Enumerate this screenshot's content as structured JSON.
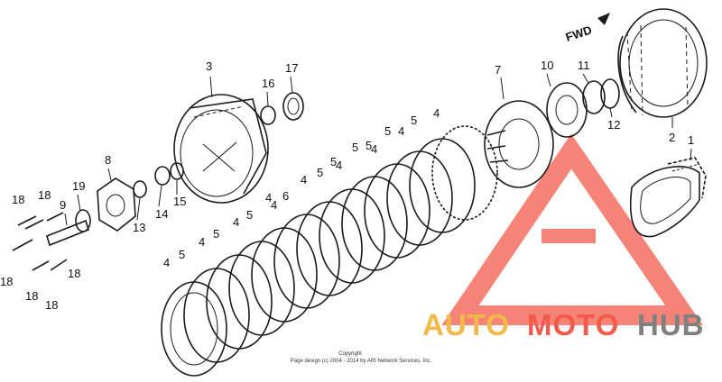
{
  "callouts": [
    {
      "id": "c1",
      "text": "1"
    },
    {
      "id": "c2",
      "text": "2"
    },
    {
      "id": "c3",
      "text": "3"
    },
    {
      "id": "c4a",
      "text": "4"
    },
    {
      "id": "c4b",
      "text": "4"
    },
    {
      "id": "c4c",
      "text": "4"
    },
    {
      "id": "c4d",
      "text": "4"
    },
    {
      "id": "c4e",
      "text": "4"
    },
    {
      "id": "c4f",
      "text": "4"
    },
    {
      "id": "c4g",
      "text": "4"
    },
    {
      "id": "c4h",
      "text": "4"
    },
    {
      "id": "c4i",
      "text": "4"
    },
    {
      "id": "c4j",
      "text": "4"
    },
    {
      "id": "c5a",
      "text": "5"
    },
    {
      "id": "c5b",
      "text": "5"
    },
    {
      "id": "c5c",
      "text": "5"
    },
    {
      "id": "c5d",
      "text": "5"
    },
    {
      "id": "c5e",
      "text": "5"
    },
    {
      "id": "c5f",
      "text": "5"
    },
    {
      "id": "c5g",
      "text": "5"
    },
    {
      "id": "c5h",
      "text": "5"
    },
    {
      "id": "c5i",
      "text": "5"
    },
    {
      "id": "c6",
      "text": "6"
    },
    {
      "id": "c7",
      "text": "7"
    },
    {
      "id": "c8",
      "text": "8"
    },
    {
      "id": "c9",
      "text": "9"
    },
    {
      "id": "c10",
      "text": "10"
    },
    {
      "id": "c11",
      "text": "11"
    },
    {
      "id": "c12",
      "text": "12"
    },
    {
      "id": "c13",
      "text": "13"
    },
    {
      "id": "c14",
      "text": "14"
    },
    {
      "id": "c15",
      "text": "15"
    },
    {
      "id": "c16",
      "text": "16"
    },
    {
      "id": "c17",
      "text": "17"
    },
    {
      "id": "c18a",
      "text": "18"
    },
    {
      "id": "c18b",
      "text": "18"
    },
    {
      "id": "c18c",
      "text": "18"
    },
    {
      "id": "c18d",
      "text": "18"
    },
    {
      "id": "c18e",
      "text": "18"
    },
    {
      "id": "c19",
      "text": "19"
    }
  ],
  "fwd_label": "FWD",
  "watermark": {
    "part1": "AUTO",
    "part2": "MOTO",
    "part3": "HUB",
    "color1": "#f4b84a",
    "color2": "#f25a4a",
    "color3": "#808080"
  },
  "copyright": {
    "line1": "Copyright",
    "line2": "Page design (c) 2004 - 2014 by ARI Network Services, Inc."
  }
}
